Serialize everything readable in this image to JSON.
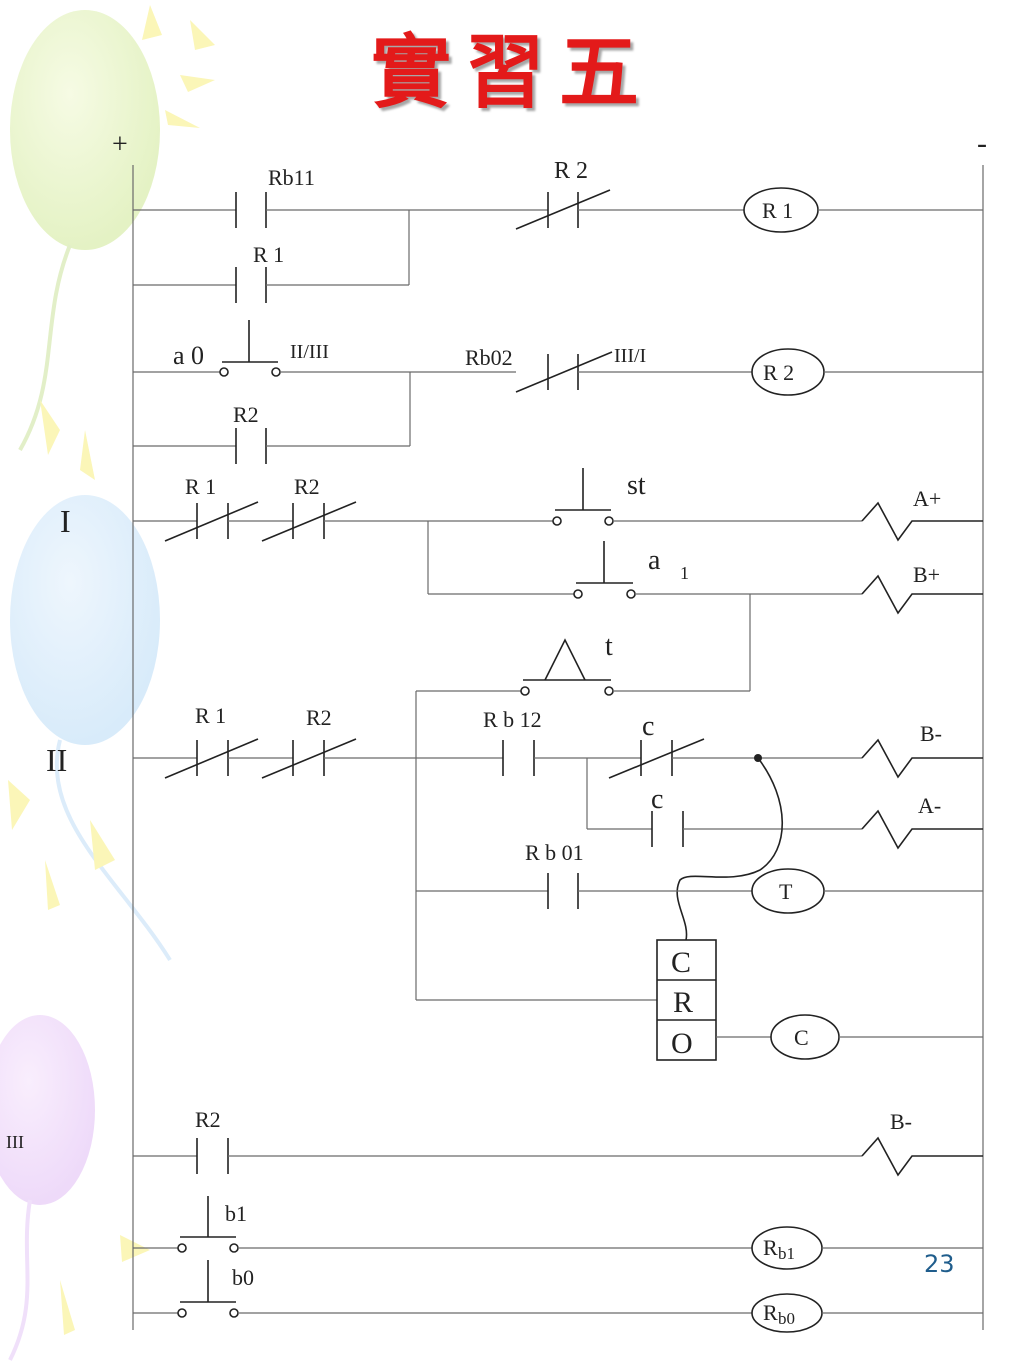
{
  "title": "實習五",
  "page_number": "23",
  "rails": {
    "positive": "+",
    "negative": "-"
  },
  "sections": {
    "one": "I",
    "two": "II",
    "three": "III"
  },
  "labels": {
    "rb11": "Rb11",
    "r2_top": "R 2",
    "r1_coil": "R 1",
    "r1_hold": "R 1",
    "a0": "a 0",
    "a0_note": "II/III",
    "rb02": "Rb02",
    "rb02_note": "III/I",
    "r2_coil": "R 2",
    "r2_hold": "R2",
    "r1_i": "R 1",
    "r2_i": "R2",
    "st": "st",
    "a_plus": "A+",
    "a1_a": "a",
    "a1_sub": "1",
    "b_plus": "B+",
    "t": "t",
    "r1_ii": "R 1",
    "r2_ii": "R2",
    "rb12": "R b 12",
    "c_nc": "c",
    "b_minus": "B-",
    "c_no": "c",
    "a_minus": "A-",
    "rb01": "R b 01",
    "t_coil": "T",
    "cro_c": "C",
    "cro_r": "R",
    "cro_o": "O",
    "c_coil": "C",
    "r2_iii": "R2",
    "b_minus_iii": "B-",
    "b1": "b1",
    "rb1_main": "R",
    "rb1_sub": "b1",
    "b0": "b0",
    "rb0_main": "R",
    "rb0_sub": "b0"
  },
  "colors": {
    "title": "#e31a1a",
    "page_number": "#1f5d8c",
    "wire": "#6a6a6a"
  }
}
